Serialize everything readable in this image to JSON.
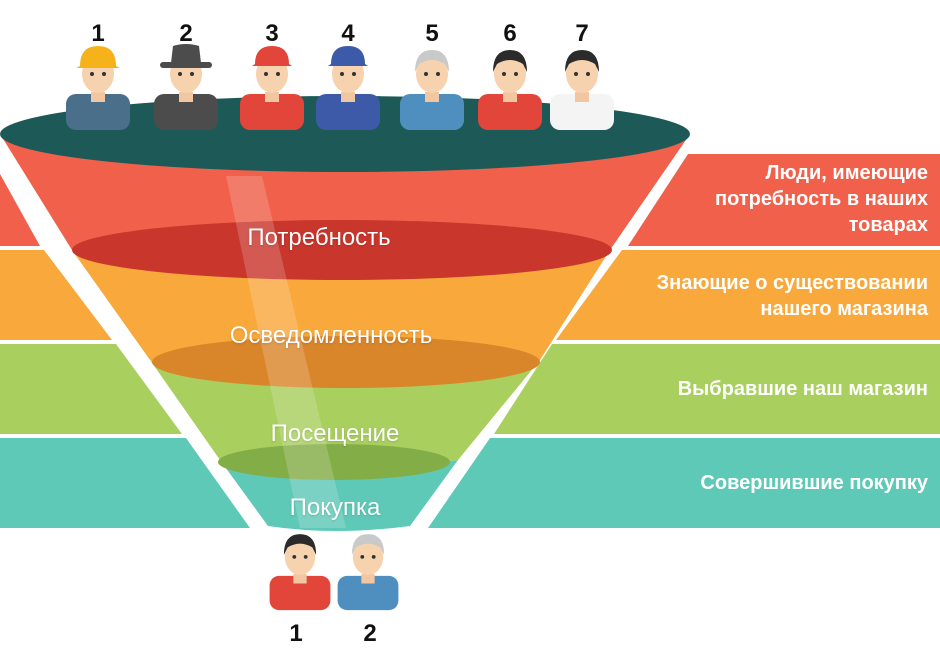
{
  "top_numbers": [
    "1",
    "2",
    "3",
    "4",
    "5",
    "6",
    "7"
  ],
  "bottom_numbers": [
    "1",
    "2"
  ],
  "stages": [
    {
      "label": "Потребность",
      "description": "Люди, имеющие потребность в наших товарах",
      "color": "#f0604a",
      "dark": "#c8362c"
    },
    {
      "label": "Осведомленность",
      "description": "Знающие о существовании нашего магазина",
      "color": "#f9a83c",
      "dark": "#d9862a"
    },
    {
      "label": "Посещение",
      "description": "Выбравшие наш магазин",
      "color": "#a9cf5f",
      "dark": "#83ad47"
    },
    {
      "label": "Покупка",
      "description": "Совершившие покупку",
      "color": "#5fc9b8",
      "dark": "#3fa898"
    }
  ],
  "funnel_top_color": "#1d5a57",
  "people_icon_names": [
    "builder-icon",
    "detective-icon",
    "courier-icon",
    "guard-icon",
    "grandfather-icon",
    "woman-icon",
    "waiter-icon"
  ],
  "bottom_icon_names": [
    "woman-icon",
    "grandfather-icon"
  ]
}
